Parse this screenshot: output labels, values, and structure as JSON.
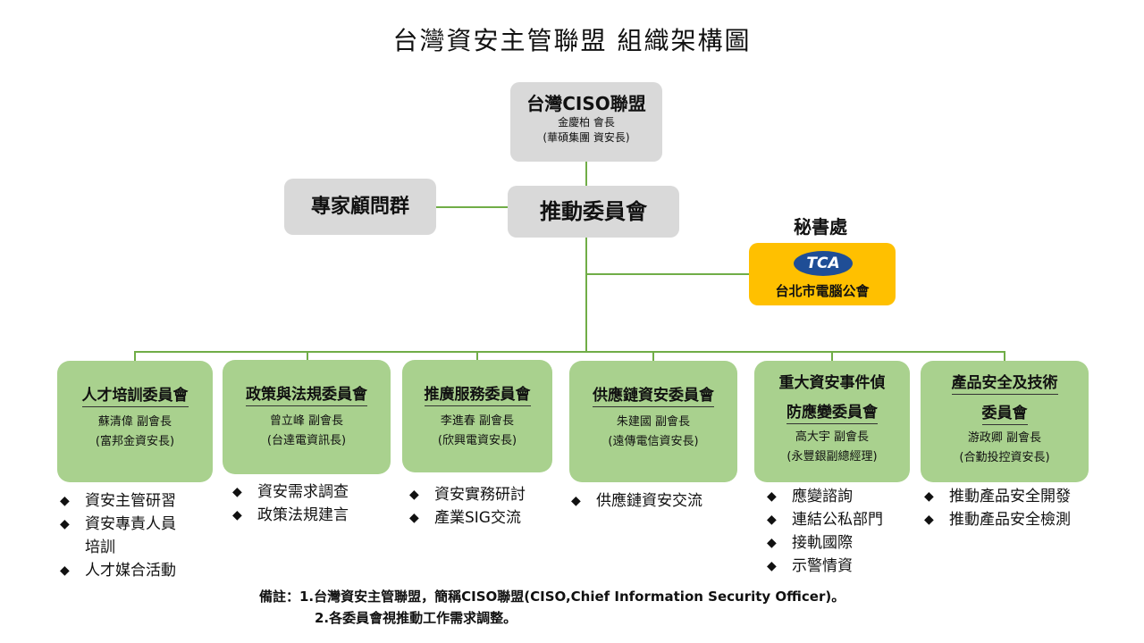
{
  "title": "台灣資安主管聯盟 組織架構圖",
  "top": {
    "name": "台灣CISO聯盟",
    "leader": "金慶柏 會長",
    "leader_org": "(華碩集團 資安長)"
  },
  "expert_group": "專家顧問群",
  "steering": "推動委員會",
  "secretariat": {
    "title": "秘書處",
    "logo_text": "TCA",
    "name": "台北市電腦公會",
    "logo_color": "#1f4e96",
    "box_color": "#ffc000"
  },
  "colors": {
    "committee_fill": "#a9d18e",
    "connector": "#70ad47",
    "top_fill": "#d9d9d9"
  },
  "committees": [
    {
      "name": "人才培訓委員會",
      "vice": "蘇清偉 副會長",
      "org": "(富邦金資安長)",
      "bullets": [
        "資安主管研習",
        "資安專責人員",
        "培訓",
        "人才媒合活動"
      ]
    },
    {
      "name": "政策與法規委員會",
      "vice": "曾立峰 副會長",
      "org": "(台達電資訊長)",
      "bullets": [
        "資安需求調查",
        "政策法規建言"
      ]
    },
    {
      "name": "推廣服務委員會",
      "vice": "李進春 副會長",
      "org": "(欣興電資安長)",
      "bullets": [
        "資安實務研討",
        "產業SIG交流"
      ]
    },
    {
      "name": "供應鏈資安委員會",
      "vice": "朱建國 副會長",
      "org": "(遠傳電信資安長)",
      "bullets": [
        "供應鏈資安交流"
      ]
    },
    {
      "name_line1": "重大資安事件偵",
      "name_line2": "防應變委員會",
      "vice": "高大宇 副會長",
      "org": "(永豐銀副總經理)",
      "bullets": [
        "應變諮詢",
        "連結公私部門",
        "接軌國際",
        "示警情資"
      ]
    },
    {
      "name_line1": "產品安全及技術",
      "name_line2": "委員會",
      "vice": "游政卿 副會長",
      "org": "(合勤投控資安長)",
      "bullets": [
        "推動產品安全開發",
        "推動產品安全檢測"
      ]
    }
  ],
  "notes": {
    "line1": "備註：1.台灣資安主管聯盟，簡稱CISO聯盟(CISO,Chief Information Security Officer)。",
    "line2": "2.各委員會視推動工作需求調整。"
  }
}
